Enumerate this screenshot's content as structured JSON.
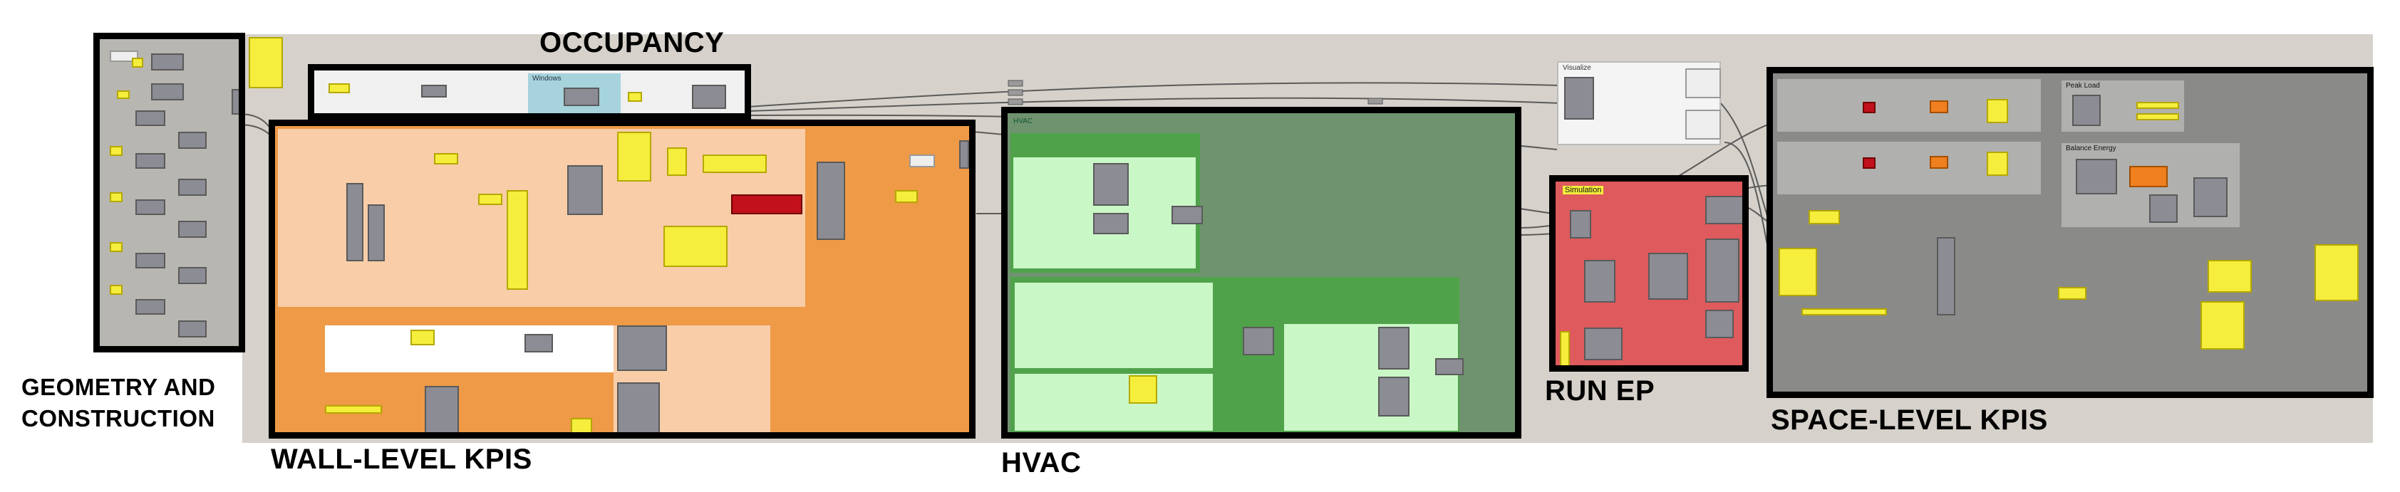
{
  "groups": {
    "geometry": {
      "label_line1": "GEOMETRY AND",
      "label_line2": "CONSTRUCTION"
    },
    "occupancy": {
      "label": "OCCUPANCY",
      "inner_title": "Windows"
    },
    "wall_level": {
      "label": "WALL-LEVEL KPIS"
    },
    "hvac": {
      "label": "HVAC",
      "inner_title": "HVAC"
    },
    "run_ep": {
      "label": "RUN EP",
      "inner_title": "Simulation"
    },
    "space_level": {
      "label": "SPACE-LEVEL KPIS",
      "peak_load": "Peak Load",
      "balance_energy": "Balance Energy"
    },
    "visualize": {
      "inner_title": "Visualize"
    }
  },
  "colors": {
    "canvas": "#d6d2cb",
    "geometry_fill": "#b8b6b1",
    "wall_outer": "#ee9a47",
    "wall_inner": "#f8cda8",
    "hvac_outer": "#6f936e",
    "hvac_mid": "#4fa24a",
    "hvac_light": "#c9f7c6",
    "run_ep": "#de5a5c",
    "space_level": "#8a8a88",
    "occupancy_teal": "#a6d3dc",
    "node_grey": "#8c8c94",
    "node_yellow": "#f5ee3c"
  },
  "icons": [
    "grasshopper-component-node",
    "yellow-panel-node",
    "wire-connector"
  ]
}
